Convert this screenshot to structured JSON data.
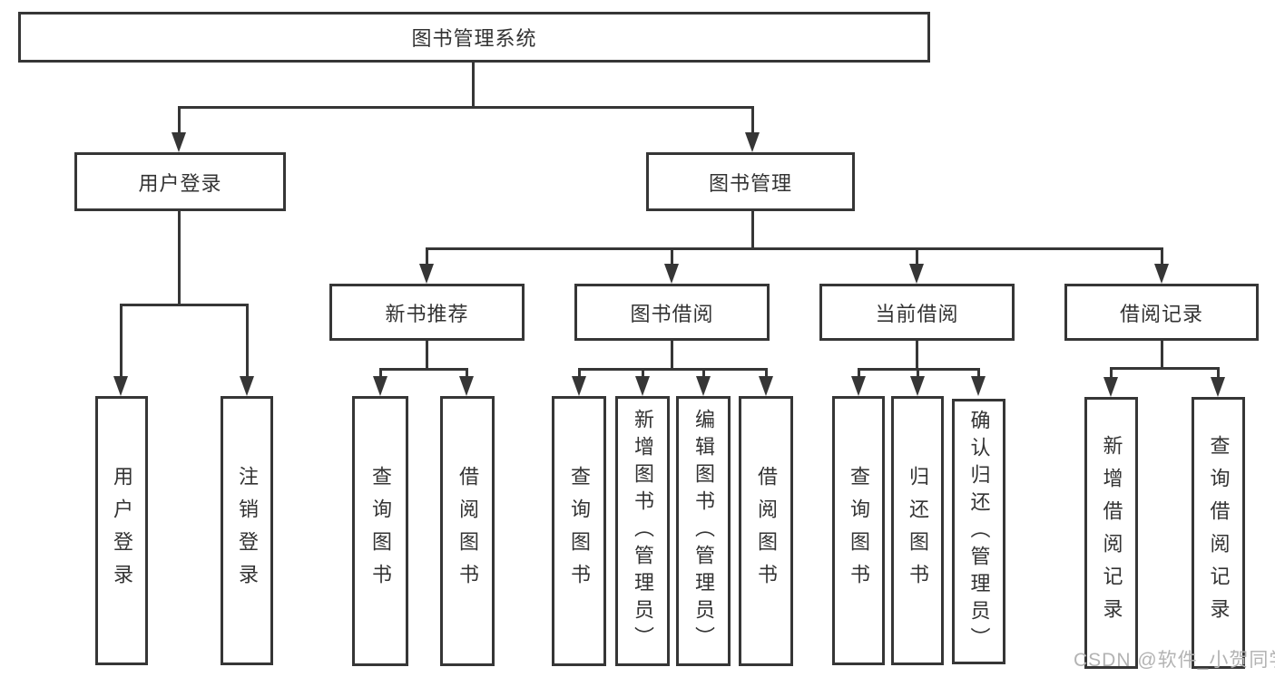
{
  "tree": {
    "root": {
      "label": "图书管理系统"
    },
    "branches": [
      {
        "label": "用户登录",
        "children": [
          {
            "label": "用户登录"
          },
          {
            "label": "注销登录"
          }
        ]
      },
      {
        "label": "图书管理",
        "children": [
          {
            "label": "新书推荐",
            "children": [
              {
                "label": "查询图书"
              },
              {
                "label": "借阅图书"
              }
            ]
          },
          {
            "label": "图书借阅",
            "children": [
              {
                "label": "查询图书"
              },
              {
                "label": "新增图书（管理员）"
              },
              {
                "label": "编辑图书（管理员）"
              },
              {
                "label": "借阅图书"
              }
            ]
          },
          {
            "label": "当前借阅",
            "children": [
              {
                "label": "查询图书"
              },
              {
                "label": "归还图书"
              },
              {
                "label": "确认归还（管理员）"
              }
            ]
          },
          {
            "label": "借阅记录",
            "children": [
              {
                "label": "新增借阅记录"
              },
              {
                "label": "查询借阅记录"
              }
            ]
          }
        ]
      }
    ]
  },
  "watermark": {
    "text": "CSDN @软件_小贺同学"
  },
  "colors": {
    "line": "#363636",
    "text": "#333333",
    "background": "#ffffff",
    "watermark": "#b3b3b3"
  }
}
